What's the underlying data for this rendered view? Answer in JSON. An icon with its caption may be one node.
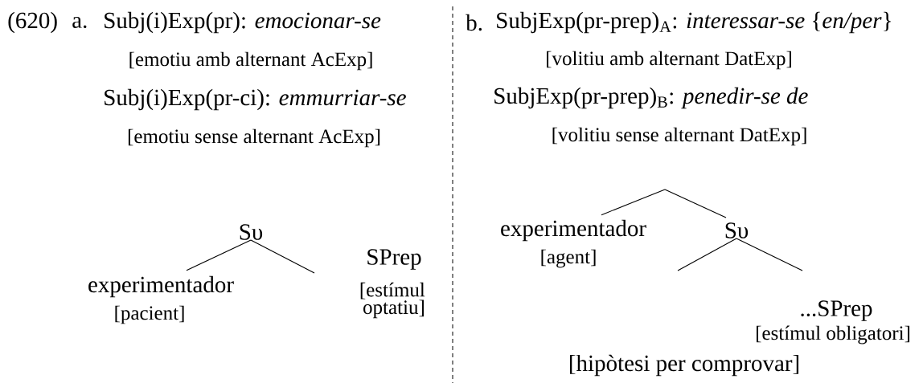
{
  "diagram": {
    "nodes": [
      {
        "text": [
          "Sυ"
        ]
      },
      {
        "text": [
          "experimentador"
        ],
        "beside": [
          "[pacient]"
        ]
      },
      {
        "text": [
          "experimentador"
        ],
        "beside": [
          "[agent]"
        ]
      },
      {
        "text": [
          "Sυ"
        ]
      }
    ],
    "edges": [
      {
        "from": 0,
        "to": 1,
        "arrow": "none"
      },
      {
        "from": 0,
        "to": null,
        "arrow": "none"
      },
      {
        "from": null,
        "to": 2,
        "arrow": "none"
      },
      {
        "from": null,
        "to": 3,
        "arrow": "none"
      },
      {
        "from": 3,
        "to": null,
        "arrow": "none"
      },
      {
        "from": 3,
        "to": null,
        "arrow": "none"
      }
    ],
    "labels": [
      "(620)",
      "a.",
      "Subj(i)Exp(pr): *emocionar-se*",
      "[emotiu amb alternant AcExp]",
      "Subj(i)Exp(pr-ci): *emmurriar-se*",
      "[emotiu sense alternant AcExp]",
      "SPrep",
      "[estímul optatiu]",
      "b.",
      "SubjExp(pr-prep)$_{A}$: *interessar-se* {*en/per*}",
      "[volitiu amb alternant DatExp]",
      "SubjExp(pr-prep)$_{B}$: *penedir-se de*",
      "[volitiu sense alternant DatExp]",
      "...SPrep",
      "[estímul obligatori]",
      "[hipòtesi per comprovar]"
    ]
  }
}
